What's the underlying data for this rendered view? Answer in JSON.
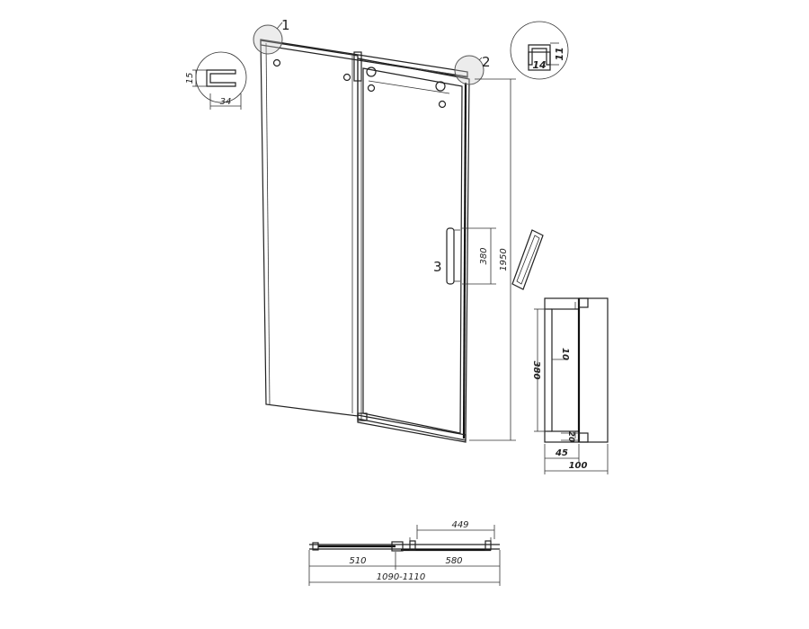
{
  "callouts": {
    "c1": "1",
    "c2": "2",
    "c3": "3"
  },
  "profile_left": {
    "height": "15",
    "width": "34"
  },
  "profile_right": {
    "height": "11",
    "width": "14"
  },
  "door": {
    "handle_spacing": "380",
    "total_height": "1950"
  },
  "handle_detail": {
    "length": "380",
    "bar_diameter": "10",
    "mount_depth": "20",
    "offset": "45",
    "overall_depth": "100"
  },
  "plan": {
    "opening": "449",
    "fixed_panel": "510",
    "sliding_panel": "580",
    "total_width": "1090-1110"
  }
}
